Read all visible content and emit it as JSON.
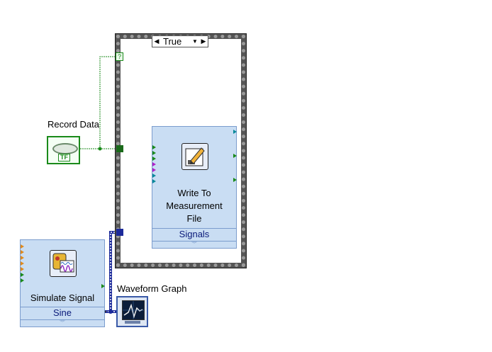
{
  "case_structure": {
    "selector_value": "True",
    "decrement_icon": "left-triangle",
    "increment_icon": "right-triangle",
    "dropdown_icon": "down-triangle"
  },
  "record_data": {
    "label": "Record Data",
    "terminal_text": "TF"
  },
  "write_vi": {
    "name_line1": "Write To",
    "name_line2": "Measurement",
    "name_line3": "File",
    "terminal": "Signals",
    "icon": "pencil-icon"
  },
  "simulate_vi": {
    "name": "Simulate Signal",
    "terminal": "Sine",
    "icon": "signal-generator-icon"
  },
  "graph": {
    "label": "Waveform Graph",
    "icon": "waveform-graph-icon"
  },
  "question_tunnel": "?",
  "colors": {
    "boolean_wire": "#1a8a1a",
    "dynamic_data_wire": "#1c2a9a",
    "express_bg": "#c9ddf3"
  }
}
